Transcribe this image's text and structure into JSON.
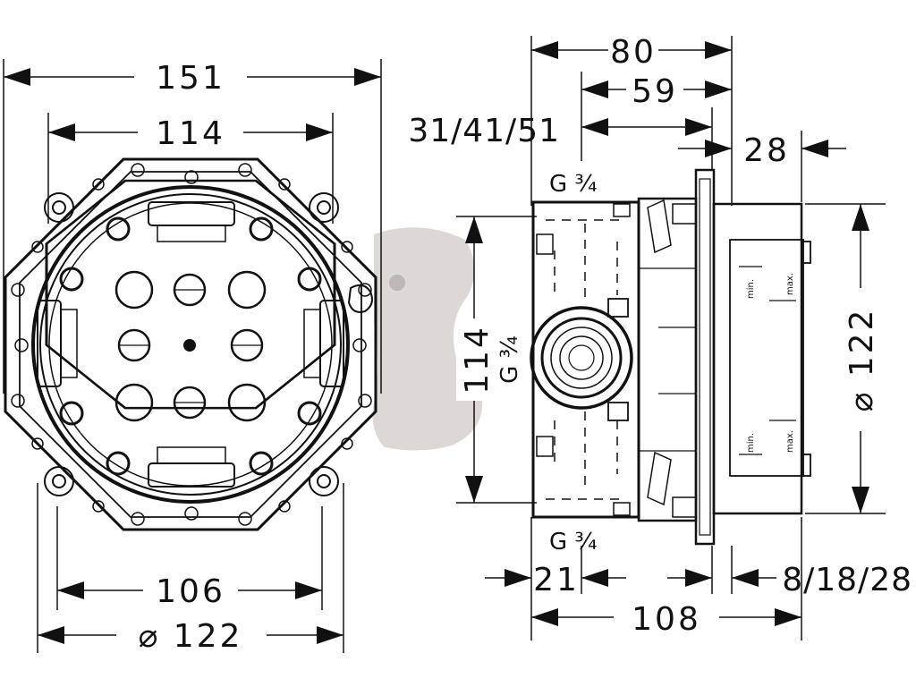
{
  "colors": {
    "line": "#111111",
    "background": "#ffffff",
    "watermark": "#d9d4d1"
  },
  "watermark": {
    "icon": "logo-watermark-icon"
  },
  "front_view": {
    "dims": {
      "overall_width": "151",
      "lug_span": "114",
      "bottom_span": "106",
      "diameter": "⌀ 122"
    }
  },
  "side_view": {
    "dims": {
      "depth": "80",
      "d59": "59",
      "options": "31/41/51",
      "d28": "28",
      "height": "114",
      "diameter": "⌀ 122",
      "d21": "21",
      "overall_depth": "108",
      "plaster": "8/18/28"
    },
    "threads": {
      "top": "G ¾",
      "middle": "G ¾",
      "bottom": "G ¾"
    },
    "markers": {
      "min": "min.",
      "max": "max."
    }
  }
}
